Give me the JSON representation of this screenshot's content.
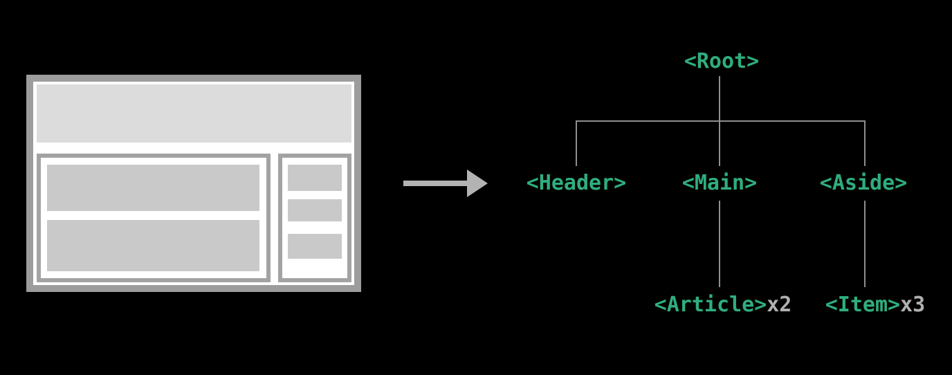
{
  "diagram": {
    "description": "Page layout wireframe transformed into a DOM tree"
  },
  "tree": {
    "root": {
      "label": "<Root>"
    },
    "children": [
      {
        "label": "<Header>"
      },
      {
        "label": "<Main>"
      },
      {
        "label": "<Aside>"
      }
    ],
    "grandchildren": [
      {
        "label": "<Article>",
        "count": "x2"
      },
      {
        "label": "<Item>",
        "count": "x3"
      }
    ]
  },
  "colors": {
    "background": "#000000",
    "tag_green": "#2fae7d",
    "count_gray": "#b0b0b0",
    "tree_line": "#8f8f8f",
    "arrow_gray": "#b3b3b3",
    "wireframe_border": "#9c9c9c",
    "wireframe_inner_border": "#a3a3a3",
    "wireframe_fill": "#ffffff",
    "wireframe_block_light": "#dcdcdc",
    "wireframe_block_mid": "#c9c9c9"
  }
}
